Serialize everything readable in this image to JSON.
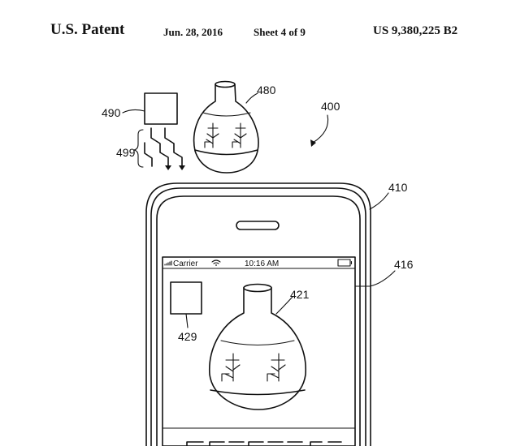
{
  "header": {
    "patent_label": "U.S. Patent",
    "date": "Jun. 28, 2016",
    "sheet": "Sheet 4 of 9",
    "patent_number": "US 9,380,225 B2"
  },
  "figure": {
    "refs": {
      "r490": "490",
      "r480": "480",
      "r400": "400",
      "r499": "499",
      "r410": "410",
      "r416": "416",
      "r421": "421",
      "r429": "429"
    },
    "status_bar": {
      "carrier": "Carrier",
      "time": "10:16 AM"
    }
  }
}
